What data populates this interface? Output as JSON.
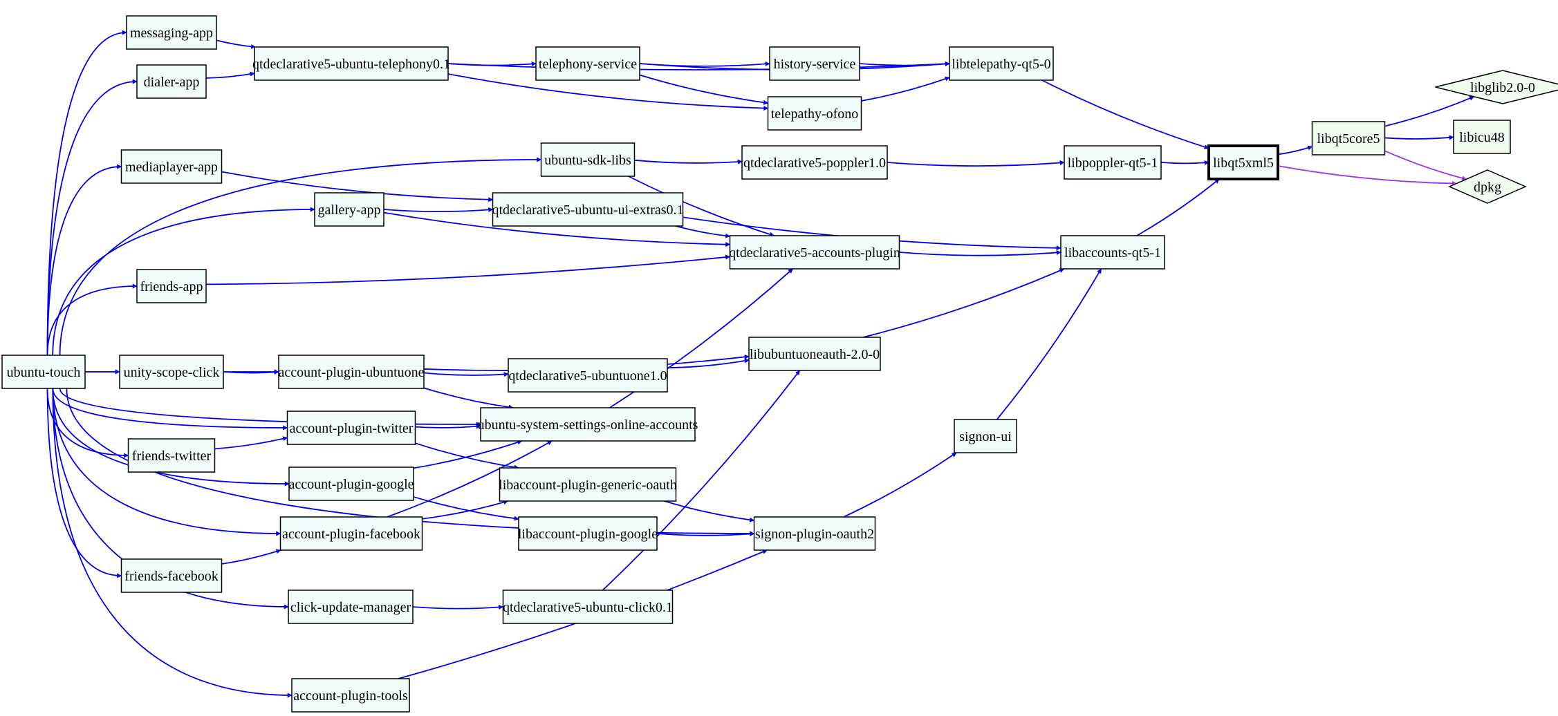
{
  "colors": {
    "node_fill": "#f0fcfb",
    "node_fill_alt": "#f0fbef",
    "edge": "#0000ee",
    "edge_alt": "#9b30ee"
  },
  "nodes": [
    {
      "id": "ubuntu_touch",
      "label": "ubuntu-touch"
    },
    {
      "id": "messaging_app",
      "label": "messaging-app"
    },
    {
      "id": "dialer_app",
      "label": "dialer-app"
    },
    {
      "id": "mediaplayer_app",
      "label": "mediaplayer-app"
    },
    {
      "id": "gallery_app",
      "label": "gallery-app"
    },
    {
      "id": "friends_app",
      "label": "friends-app"
    },
    {
      "id": "unity_scope_click",
      "label": "unity-scope-click"
    },
    {
      "id": "friends_twitter",
      "label": "friends-twitter"
    },
    {
      "id": "friends_facebook",
      "label": "friends-facebook"
    },
    {
      "id": "click_update_manager",
      "label": "click-update-manager"
    },
    {
      "id": "account_plugin_tools",
      "label": "account-plugin-tools"
    },
    {
      "id": "qtdecl_telephony",
      "label": "qtdeclarative5-ubuntu-telephony0.1"
    },
    {
      "id": "telephony_service",
      "label": "telephony-service"
    },
    {
      "id": "history_service",
      "label": "history-service"
    },
    {
      "id": "telepathy_ofono",
      "label": "telepathy-ofono"
    },
    {
      "id": "libtelepathy",
      "label": "libtelepathy-qt5-0"
    },
    {
      "id": "ubuntu_sdk_libs",
      "label": "ubuntu-sdk-libs"
    },
    {
      "id": "qtdecl_poppler",
      "label": "qtdeclarative5-poppler1.0"
    },
    {
      "id": "libpoppler",
      "label": "libpoppler-qt5-1"
    },
    {
      "id": "libqt5xml5",
      "label": "libqt5xml5"
    },
    {
      "id": "libqt5core5",
      "label": "libqt5core5"
    },
    {
      "id": "libglib",
      "label": "libglib2.0-0"
    },
    {
      "id": "libicu48",
      "label": "libicu48"
    },
    {
      "id": "dpkg",
      "label": "dpkg"
    },
    {
      "id": "qtdecl_ui_extras",
      "label": "qtdeclarative5-ubuntu-ui-extras0.1"
    },
    {
      "id": "qtdecl_accounts",
      "label": "qtdeclarative5-accounts-plugin"
    },
    {
      "id": "libaccounts",
      "label": "libaccounts-qt5-1"
    },
    {
      "id": "account_plugin_ubuntuone",
      "label": "account-plugin-ubuntuone"
    },
    {
      "id": "qtdecl_ubuntuone",
      "label": "qtdeclarative5-ubuntuone1.0"
    },
    {
      "id": "libubuntuoneauth",
      "label": "libubuntuoneauth-2.0-0"
    },
    {
      "id": "account_plugin_twitter",
      "label": "account-plugin-twitter"
    },
    {
      "id": "ussoa",
      "label": "ubuntu-system-settings-online-accounts"
    },
    {
      "id": "account_plugin_google",
      "label": "account-plugin-google"
    },
    {
      "id": "libaccount_generic_oauth",
      "label": "libaccount-plugin-generic-oauth"
    },
    {
      "id": "signon_ui",
      "label": "signon-ui"
    },
    {
      "id": "account_plugin_facebook",
      "label": "account-plugin-facebook"
    },
    {
      "id": "libaccount_google",
      "label": "libaccount-plugin-google"
    },
    {
      "id": "signon_plugin_oauth2",
      "label": "signon-plugin-oauth2"
    },
    {
      "id": "qtdecl_click",
      "label": "qtdeclarative5-ubuntu-click0.1"
    }
  ],
  "edges": [
    {
      "from": "ubuntu_touch",
      "to": "messaging_app"
    },
    {
      "from": "ubuntu_touch",
      "to": "dialer_app"
    },
    {
      "from": "ubuntu_touch",
      "to": "ubuntu_sdk_libs"
    },
    {
      "from": "ubuntu_touch",
      "to": "mediaplayer_app"
    },
    {
      "from": "ubuntu_touch",
      "to": "gallery_app"
    },
    {
      "from": "ubuntu_touch",
      "to": "ussoa"
    },
    {
      "from": "ubuntu_touch",
      "to": "friends_app"
    },
    {
      "from": "ubuntu_touch",
      "to": "account_plugin_ubuntuone"
    },
    {
      "from": "ubuntu_touch",
      "to": "unity_scope_click"
    },
    {
      "from": "ubuntu_touch",
      "to": "account_plugin_twitter"
    },
    {
      "from": "ubuntu_touch",
      "to": "friends_twitter"
    },
    {
      "from": "ubuntu_touch",
      "to": "account_plugin_google"
    },
    {
      "from": "ubuntu_touch",
      "to": "account_plugin_facebook"
    },
    {
      "from": "ubuntu_touch",
      "to": "friends_facebook"
    },
    {
      "from": "ubuntu_touch",
      "to": "click_update_manager"
    },
    {
      "from": "ubuntu_touch",
      "to": "signon_plugin_oauth2"
    },
    {
      "from": "ubuntu_touch",
      "to": "account_plugin_tools"
    },
    {
      "from": "messaging_app",
      "to": "qtdecl_telephony"
    },
    {
      "from": "dialer_app",
      "to": "qtdecl_telephony"
    },
    {
      "from": "qtdecl_telephony",
      "to": "libtelepathy"
    },
    {
      "from": "qtdecl_telephony",
      "to": "telephony_service"
    },
    {
      "from": "qtdecl_telephony",
      "to": "telepathy_ofono"
    },
    {
      "from": "telephony_service",
      "to": "libtelepathy"
    },
    {
      "from": "telephony_service",
      "to": "history_service"
    },
    {
      "from": "telephony_service",
      "to": "telepathy_ofono"
    },
    {
      "from": "history_service",
      "to": "libtelepathy"
    },
    {
      "from": "telepathy_ofono",
      "to": "libtelepathy"
    },
    {
      "from": "libtelepathy",
      "to": "libqt5xml5"
    },
    {
      "from": "ubuntu_sdk_libs",
      "to": "qtdecl_poppler"
    },
    {
      "from": "ubuntu_sdk_libs",
      "to": "qtdecl_accounts"
    },
    {
      "from": "qtdecl_poppler",
      "to": "libpoppler"
    },
    {
      "from": "libpoppler",
      "to": "libqt5xml5"
    },
    {
      "from": "libqt5xml5",
      "to": "libqt5core5"
    },
    {
      "from": "libqt5xml5",
      "to": "dpkg",
      "alt": true
    },
    {
      "from": "libqt5core5",
      "to": "libglib"
    },
    {
      "from": "libqt5core5",
      "to": "libicu48"
    },
    {
      "from": "libqt5core5",
      "to": "dpkg",
      "alt": true
    },
    {
      "from": "mediaplayer_app",
      "to": "qtdecl_ui_extras"
    },
    {
      "from": "gallery_app",
      "to": "qtdecl_ui_extras"
    },
    {
      "from": "gallery_app",
      "to": "qtdecl_accounts"
    },
    {
      "from": "qtdecl_ui_extras",
      "to": "qtdecl_accounts"
    },
    {
      "from": "qtdecl_ui_extras",
      "to": "libaccounts"
    },
    {
      "from": "qtdecl_accounts",
      "to": "libaccounts"
    },
    {
      "from": "friends_app",
      "to": "qtdecl_accounts"
    },
    {
      "from": "libaccounts",
      "to": "libqt5xml5"
    },
    {
      "from": "unity_scope_click",
      "to": "account_plugin_ubuntuone"
    },
    {
      "from": "account_plugin_ubuntuone",
      "to": "libubuntuoneauth"
    },
    {
      "from": "account_plugin_ubuntuone",
      "to": "qtdecl_ubuntuone"
    },
    {
      "from": "account_plugin_ubuntuone",
      "to": "ussoa"
    },
    {
      "from": "qtdecl_ubuntuone",
      "to": "libubuntuoneauth"
    },
    {
      "from": "libubuntuoneauth",
      "to": "libaccounts"
    },
    {
      "from": "ussoa",
      "to": "qtdecl_accounts"
    },
    {
      "from": "account_plugin_twitter",
      "to": "ussoa"
    },
    {
      "from": "account_plugin_twitter",
      "to": "libaccount_generic_oauth"
    },
    {
      "from": "friends_twitter",
      "to": "account_plugin_twitter"
    },
    {
      "from": "account_plugin_google",
      "to": "ussoa"
    },
    {
      "from": "account_plugin_google",
      "to": "libaccount_google"
    },
    {
      "from": "account_plugin_facebook",
      "to": "ussoa"
    },
    {
      "from": "account_plugin_facebook",
      "to": "libaccount_generic_oauth"
    },
    {
      "from": "friends_facebook",
      "to": "account_plugin_facebook"
    },
    {
      "from": "libaccount_generic_oauth",
      "to": "signon_plugin_oauth2"
    },
    {
      "from": "libaccount_google",
      "to": "signon_plugin_oauth2"
    },
    {
      "from": "signon_plugin_oauth2",
      "to": "signon_ui"
    },
    {
      "from": "signon_ui",
      "to": "libaccounts"
    },
    {
      "from": "click_update_manager",
      "to": "qtdecl_click"
    },
    {
      "from": "qtdecl_click",
      "to": "libubuntuoneauth"
    },
    {
      "from": "account_plugin_tools",
      "to": "signon_plugin_oauth2"
    }
  ]
}
